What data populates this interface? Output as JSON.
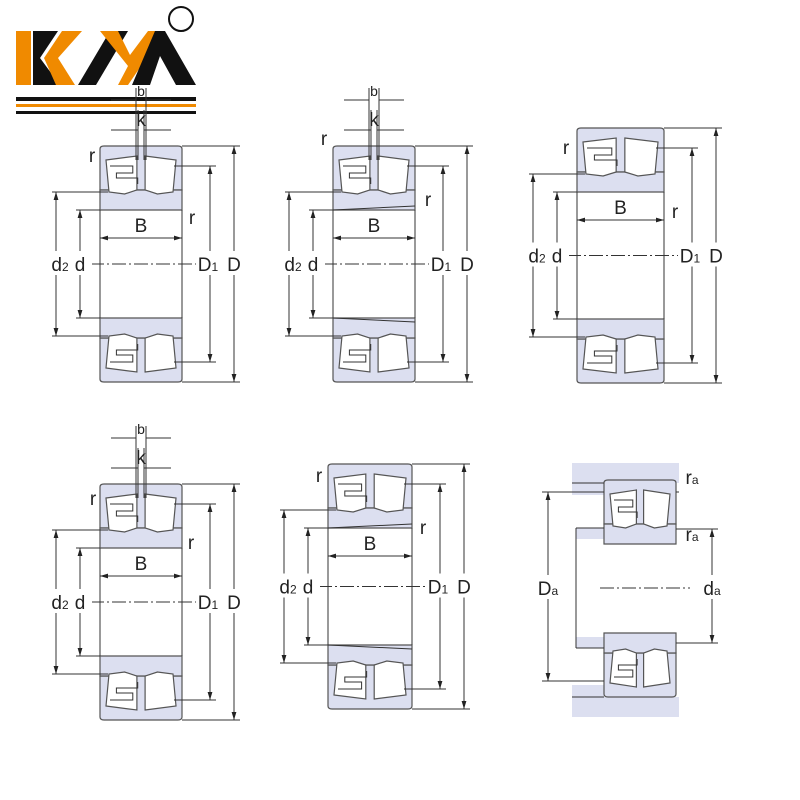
{
  "logo": {
    "text": "KYA",
    "registered": "®",
    "colors": {
      "orange": "#f08a00",
      "black": "#111111"
    }
  },
  "colors": {
    "ring_fill": "#dcdff0",
    "line": "#333333"
  },
  "diagrams": [
    {
      "type": "cylindrical-bore-with-groove",
      "labels": {
        "b": "b",
        "k": "k",
        "r1": "r",
        "r2": "r",
        "B": "B",
        "d2": {
          "main": "d",
          "sub": "2"
        },
        "d": {
          "main": "d",
          "sub": ""
        },
        "D1": {
          "main": "D",
          "sub": "1"
        },
        "D": {
          "main": "D",
          "sub": ""
        }
      }
    },
    {
      "type": "tapered-bore-with-groove",
      "labels": {
        "b": "b",
        "k": "k",
        "r1": "r",
        "r2": "r",
        "B": "B",
        "d2": {
          "main": "d",
          "sub": "2"
        },
        "d": {
          "main": "d",
          "sub": ""
        },
        "D1": {
          "main": "D",
          "sub": "1"
        },
        "D": {
          "main": "D",
          "sub": ""
        }
      }
    },
    {
      "type": "cylindrical-bore",
      "labels": {
        "r1": "r",
        "r2": "r",
        "B": "B",
        "d2": {
          "main": "d",
          "sub": "2"
        },
        "d": {
          "main": "d",
          "sub": ""
        },
        "D1": {
          "main": "D",
          "sub": "1"
        },
        "D": {
          "main": "D",
          "sub": ""
        }
      }
    },
    {
      "type": "cylindrical-bore-with-groove",
      "labels": {
        "b": "b",
        "k": "k",
        "r1": "r",
        "r2": "r",
        "B": "B",
        "d2": {
          "main": "d",
          "sub": "2"
        },
        "d": {
          "main": "d",
          "sub": ""
        },
        "D1": {
          "main": "D",
          "sub": "1"
        },
        "D": {
          "main": "D",
          "sub": ""
        }
      }
    },
    {
      "type": "tapered-bore",
      "labels": {
        "r1": "r",
        "r2": "r",
        "B": "B",
        "d2": {
          "main": "d",
          "sub": "2"
        },
        "d": {
          "main": "d",
          "sub": ""
        },
        "D1": {
          "main": "D",
          "sub": "1"
        },
        "D": {
          "main": "D",
          "sub": ""
        }
      }
    },
    {
      "type": "abutment-dimensions",
      "labels": {
        "ra1": {
          "main": "r",
          "sub": "a"
        },
        "ra2": {
          "main": "r",
          "sub": "a"
        },
        "Da": {
          "main": "D",
          "sub": "a"
        },
        "da": {
          "main": "d",
          "sub": "a"
        }
      }
    }
  ]
}
